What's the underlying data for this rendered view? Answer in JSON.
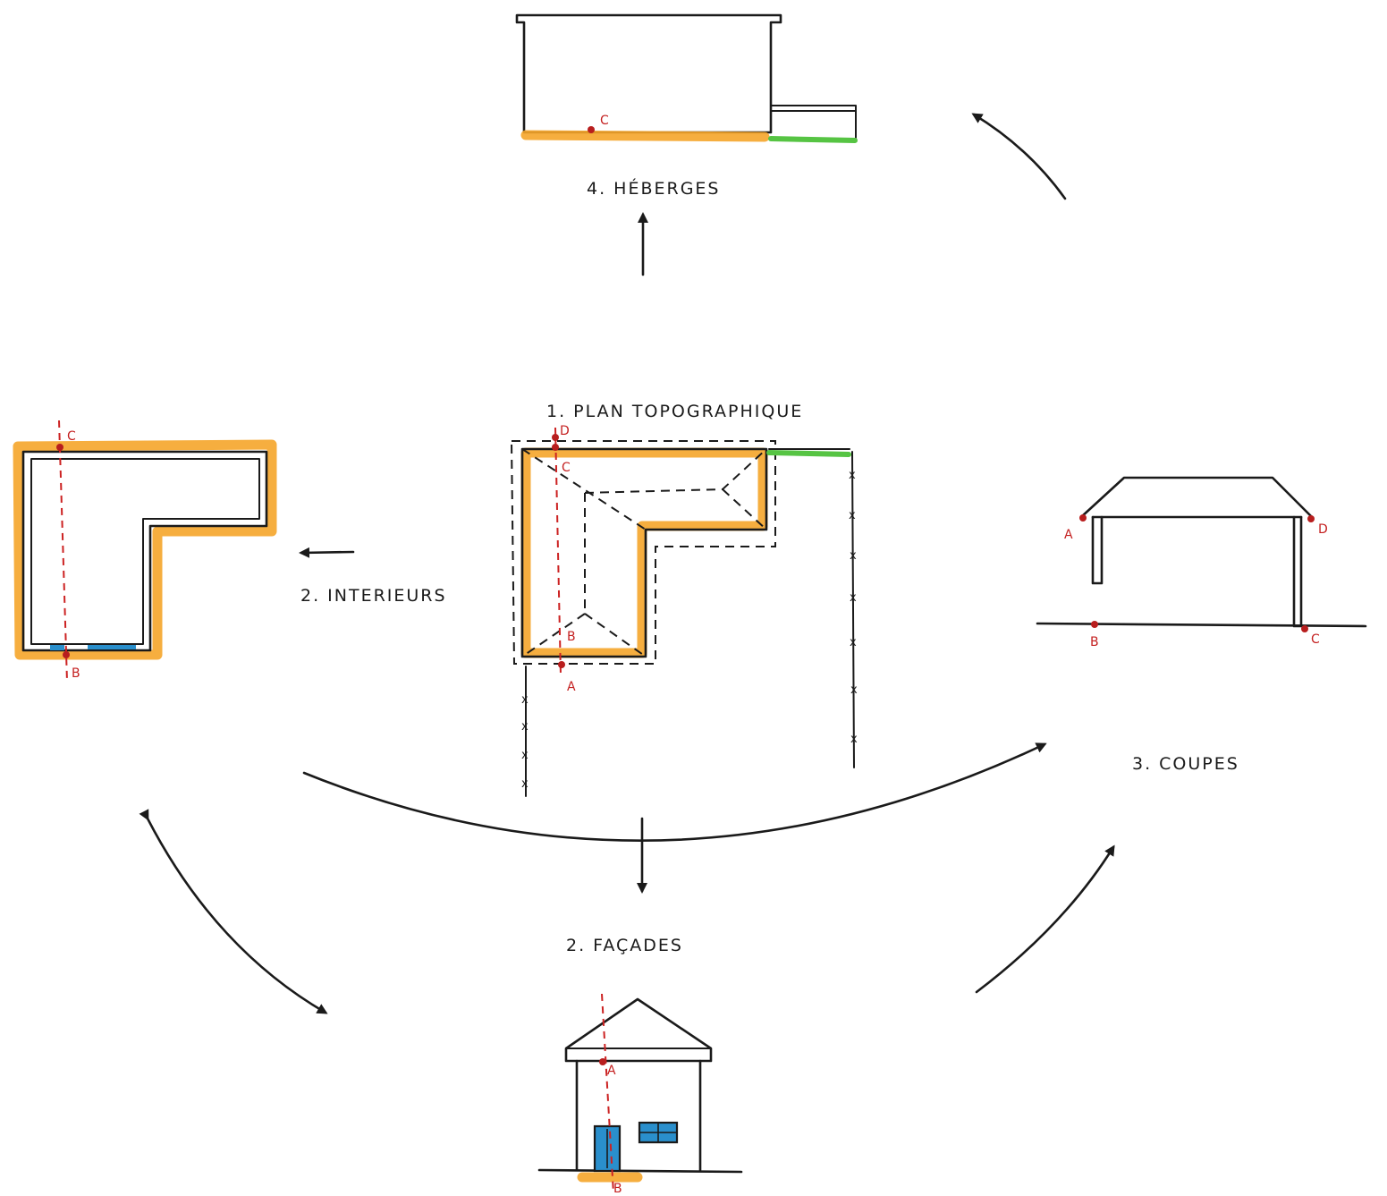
{
  "labels": {
    "plan": "1. Plan topographique",
    "interieurs": "2. Interieurs",
    "facades": "2. Façades",
    "coupes": "3. Coupes",
    "heberges": "4. Héberges"
  },
  "points": {
    "a": "A",
    "b": "B",
    "c": "C",
    "d": "D"
  },
  "colors": {
    "ink": "#1a1a1a",
    "outline_highlight": "#f5a52a",
    "ground_highlight": "#56c443",
    "openings": "#2a8fcc",
    "reference_points": "#b81e1e"
  }
}
